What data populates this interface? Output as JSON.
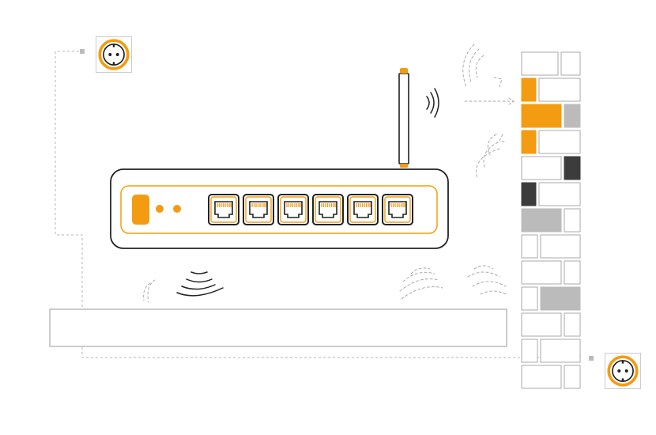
{
  "colors": {
    "accent": "#F39C12",
    "stroke": "#222222",
    "light_gray": "#BBBBBB",
    "dark_gray": "#3C3C3C",
    "outline_gray": "#AAAAAA",
    "dash_gray": "#B5B5B5"
  },
  "router": {
    "ethernet_port_count": 6,
    "status_leds": 2,
    "power_button": 1,
    "antenna": 1
  },
  "outlets": [
    {
      "name": "power-outlet-top-left",
      "icon": "socket-icon"
    },
    {
      "name": "power-outlet-bottom-right",
      "icon": "socket-icon"
    }
  ],
  "wall_blocks": [
    {
      "row": 0,
      "left": "white",
      "right": "white"
    },
    {
      "row": 1,
      "left": "orange",
      "right": "white"
    },
    {
      "row": 2,
      "left": "orange",
      "right": "light-gray"
    },
    {
      "row": 3,
      "left": "orange",
      "right": "white"
    },
    {
      "row": 4,
      "left": "white",
      "right": "dark-gray"
    },
    {
      "row": 5,
      "left": "dark-gray",
      "right": "white"
    },
    {
      "row": 6,
      "left": "light-gray",
      "right": "white"
    },
    {
      "row": 7,
      "left": "white",
      "right": "white"
    },
    {
      "row": 8,
      "left": "white",
      "right": "white"
    },
    {
      "row": 9,
      "left": "white",
      "right": "light-gray"
    },
    {
      "row": 10,
      "left": "white",
      "right": "white"
    },
    {
      "row": 11,
      "left": "white",
      "right": "white"
    },
    {
      "row": 12,
      "left": "white",
      "right": "white"
    }
  ],
  "icons": [
    "wifi-waves-icon",
    "socket-icon",
    "ethernet-port-icon",
    "antenna-icon",
    "power-led-icon"
  ]
}
